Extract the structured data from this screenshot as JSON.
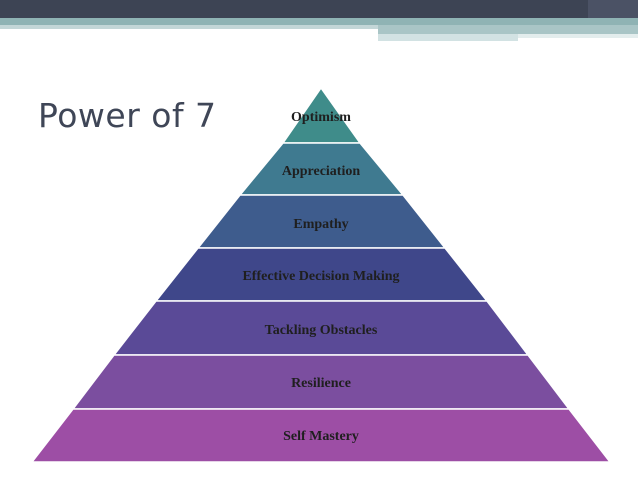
{
  "slide": {
    "title": "Power of 7"
  },
  "pyramid": {
    "levels": [
      {
        "label": "Optimism",
        "color": "#3f8c8a"
      },
      {
        "label": "Appreciation",
        "color": "#3f7a90"
      },
      {
        "label": "Empathy",
        "color": "#3e5c8d"
      },
      {
        "label": "Effective Decision Making",
        "color": "#3f478a"
      },
      {
        "label": "Tackling Obstacles",
        "color": "#5a4a97"
      },
      {
        "label": "Resilience",
        "color": "#7b4e9f"
      },
      {
        "label": "Self Mastery",
        "color": "#9d4ea5"
      }
    ]
  },
  "decor": {
    "band_color": "#3d4454",
    "accent_color": "#8fb3b4"
  }
}
